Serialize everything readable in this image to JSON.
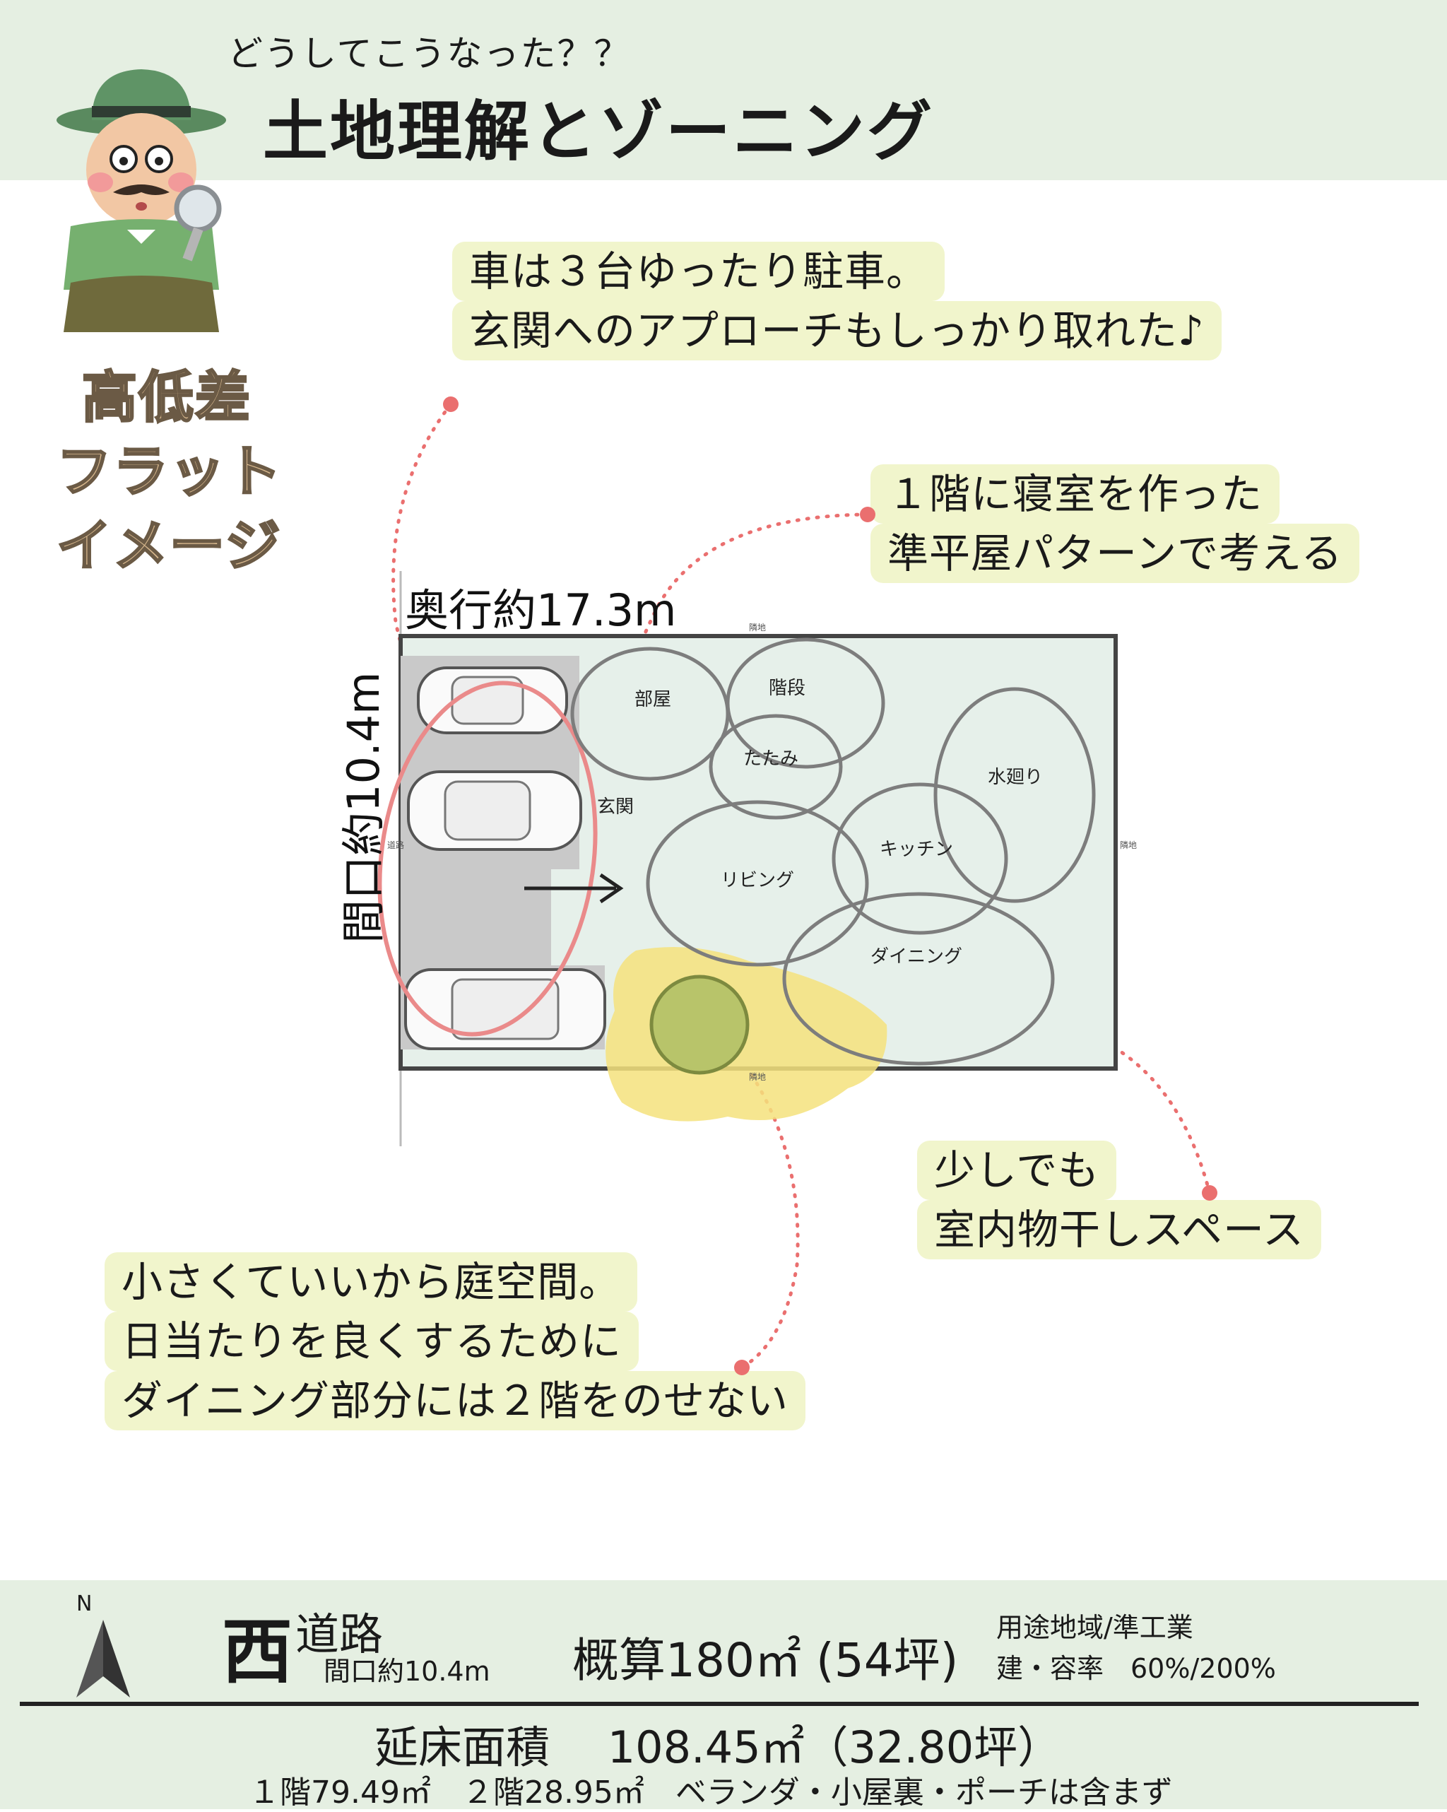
{
  "header": {
    "subtitle": "どうしてこうなった？？",
    "title": "土地理解とゾーニング"
  },
  "side_labels": [
    "高低差",
    "フラット",
    "イメージ"
  ],
  "callouts": {
    "parking": [
      "車は３台ゆったり駐車。",
      "玄関へのアプローチもしっかり取れた♪"
    ],
    "bedroom": [
      "１階に寝室を作った",
      "準平屋パターンで考える"
    ],
    "drying": [
      "少しでも",
      "室内物干しスペース"
    ],
    "garden": [
      "小さくていいから庭空間。",
      "日当たりを良くするために",
      "ダイニング部分には２階をのせない"
    ]
  },
  "plan": {
    "depth_label": "奥行約17.3m",
    "frontage_label": "間口約10.4m",
    "edge_top": "隣地",
    "edge_bottom": "隣地",
    "edge_left": "道路",
    "edge_right": "隣地",
    "rooms": {
      "room": "部屋",
      "stairs": "階段",
      "tatami": "たたみ",
      "entrance": "玄関",
      "wet": "水廻り",
      "kitchen": "キッチン",
      "living": "リビング",
      "dining": "ダイニング"
    }
  },
  "footer": {
    "north": "N",
    "direction": "西",
    "road": "道路",
    "frontage": "間口約10.4m",
    "area": "概算180㎡ (54坪)",
    "zoning": "用途地域/準工業",
    "ratio": "建・容率　60%/200%",
    "floor_area": "延床面積　 108.45㎡（32.80坪）",
    "floor_detail": "１階79.49㎡　２階28.95㎡　ベランダ・小屋裏・ポーチは含まず"
  },
  "colors": {
    "header_bg": "#e5efe2",
    "callout_bg": "#f1f5cc",
    "accent_pink": "#ea6f6f",
    "plan_bg": "#e6f0ea",
    "parking_gray": "#c9c9c9",
    "garden_yellow": "#f5e27d",
    "tree_green": "#b8c46a"
  }
}
